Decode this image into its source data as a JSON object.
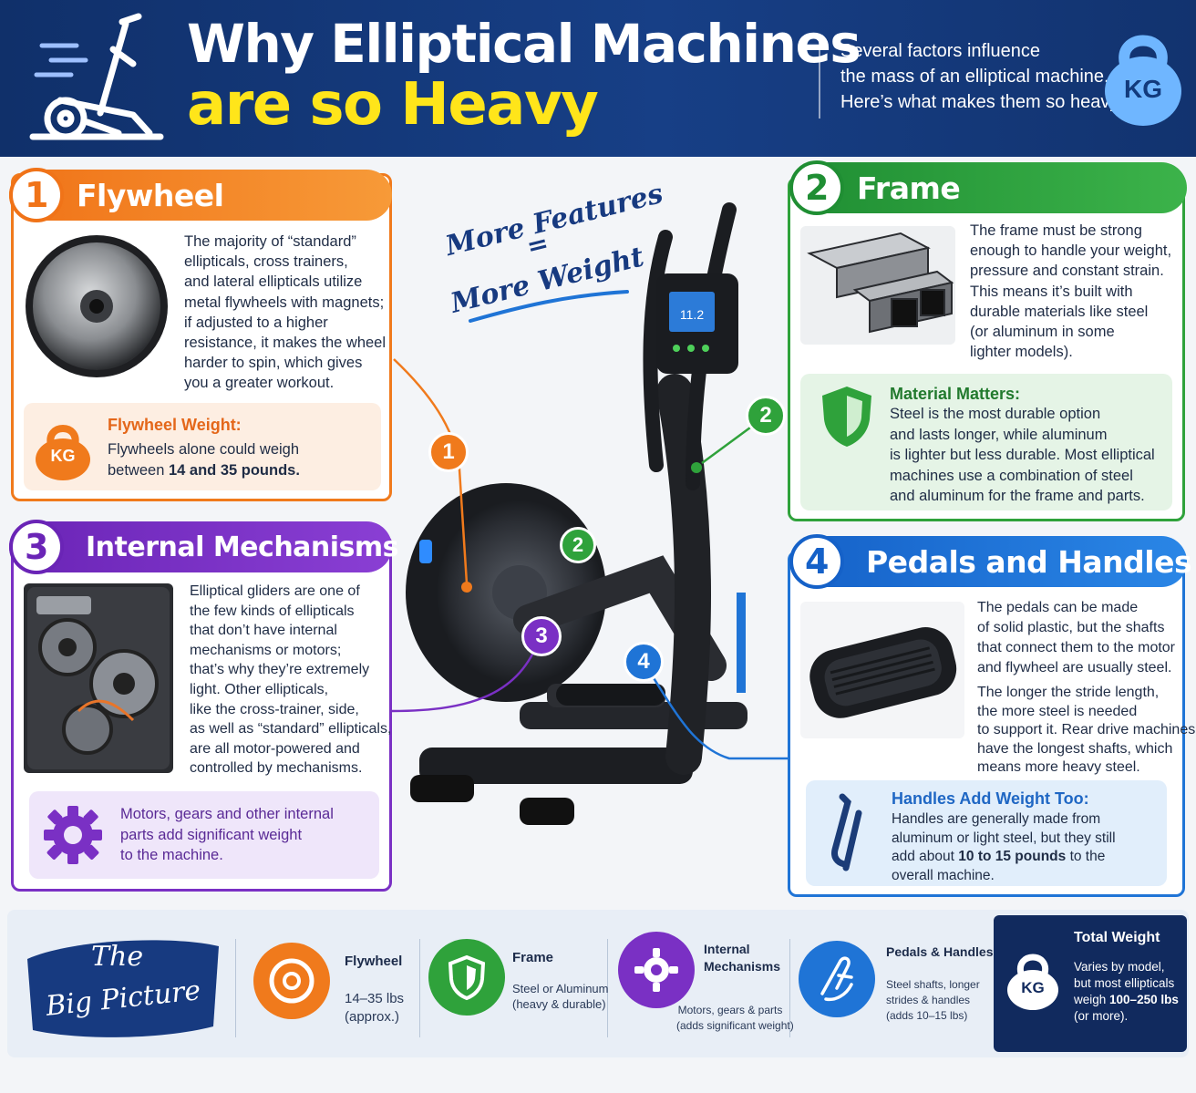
{
  "header": {
    "title_line1": "Why Elliptical Machines",
    "title_line2": "are so Heavy",
    "subtitle_lines": [
      "Several factors influence",
      "the mass of an elliptical machine.",
      "Here’s what makes them so heavy:"
    ],
    "kg_badge": "KG"
  },
  "slogan": {
    "line1": "More Features",
    "equals": "=",
    "line2": "More Weight"
  },
  "sections": {
    "flywheel": {
      "number": "1",
      "title": "Flywheel",
      "text_lines": [
        "The majority of “standard”",
        "ellipticals, cross trainers,",
        "and lateral ellipticals utilize",
        "metal flywheels with magnets;",
        "if adjusted to a higher",
        "resistance, it makes the wheel",
        "harder to spin, which gives",
        "you a greater workout."
      ],
      "callout_title": "Flywheel Weight:",
      "callout_line1": "Flywheels alone could weigh",
      "callout_line2_prefix": "between ",
      "callout_line2_bold": "14 and 35 pounds.",
      "callout_badge": "KG"
    },
    "frame": {
      "number": "2",
      "title": "Frame",
      "text_lines": [
        "The frame must be strong",
        "enough to handle your weight,",
        "pressure and constant strain.",
        "This means it’s built with",
        "durable materials like steel",
        "(or aluminum in some",
        "lighter models)."
      ],
      "callout_title": "Material Matters:",
      "callout_lines": [
        "Steel is the most durable option",
        "and lasts longer, while aluminum",
        "is lighter but less durable. Most elliptical",
        "machines use a combination of steel",
        "and aluminum for the frame and parts."
      ]
    },
    "internal": {
      "number": "3",
      "title": "Internal Mechanisms",
      "text_lines": [
        "Elliptical gliders are one of",
        "the few kinds of ellipticals",
        "that don’t have internal",
        "mechanisms or motors;",
        "that’s why they’re extremely",
        "light. Other ellipticals,",
        "like the cross-trainer, side,",
        "as well as “standard” ellipticals,",
        "are all motor-powered and",
        "controlled by mechanisms."
      ],
      "callout_lines": [
        "Motors, gears and other internal",
        "parts add significant weight",
        "to the machine."
      ]
    },
    "pedals": {
      "number": "4",
      "title": "Pedals and Handles",
      "text_lines_a": [
        "The pedals can be made",
        "of solid plastic, but the shafts",
        "that connect them to the motor",
        "and flywheel are usually steel."
      ],
      "text_lines_b": [
        "The longer the stride length,",
        "the more steel is needed",
        "to support it. Rear drive machines",
        "have the longest shafts, which",
        "means more heavy steel."
      ],
      "callout_title": "Handles Add Weight Too:",
      "callout_line1": "Handles are generally made from",
      "callout_line2": "aluminum or light steel, but they still",
      "callout_line3_prefix": "add about ",
      "callout_line3_bold": "10 to 15 pounds",
      "callout_line3_suffix": " to the",
      "callout_line4": "overall machine."
    }
  },
  "markers": {
    "m1": "1",
    "m2a": "2",
    "m2b": "2",
    "m3": "3",
    "m4": "4"
  },
  "console_display": "11.2",
  "big_picture": {
    "label_line1": "The",
    "label_line2": "Big Picture",
    "items": [
      {
        "title": "Flywheel",
        "lines": [
          "14–35 lbs",
          "(approx.)"
        ]
      },
      {
        "title": "Frame",
        "lines": [
          "Steel or Aluminum",
          "(heavy & durable)"
        ]
      },
      {
        "title_lines": [
          "Internal",
          "Mechanisms"
        ],
        "lines": [
          "Motors, gears & parts",
          "(adds significant weight)"
        ]
      },
      {
        "title": "Pedals & Handles",
        "lines": [
          "Steel shafts, longer",
          "strides & handles",
          "(adds 10–15 lbs)"
        ]
      }
    ],
    "total": {
      "title": "Total Weight",
      "line1": "Varies by model,",
      "line2": "but most ellipticals",
      "line3_prefix": "weigh ",
      "line3_bold": "100–250 lbs",
      "line4": "(or more).",
      "badge": "KG"
    }
  },
  "colors": {
    "header_bg": "#173f86",
    "title_yellow": "#ffe51a",
    "orange": "#f07a1c",
    "green": "#2fa23b",
    "purple": "#7a30c4",
    "blue": "#1f74d6",
    "navy": "#112a5e"
  },
  "icons": [
    "elliptical-logo-icon",
    "kettlebell-kg-icon",
    "shield-icon",
    "gear-icon",
    "handle-bars-icon",
    "flywheel-disc-icon",
    "pedal-hand-icon"
  ]
}
